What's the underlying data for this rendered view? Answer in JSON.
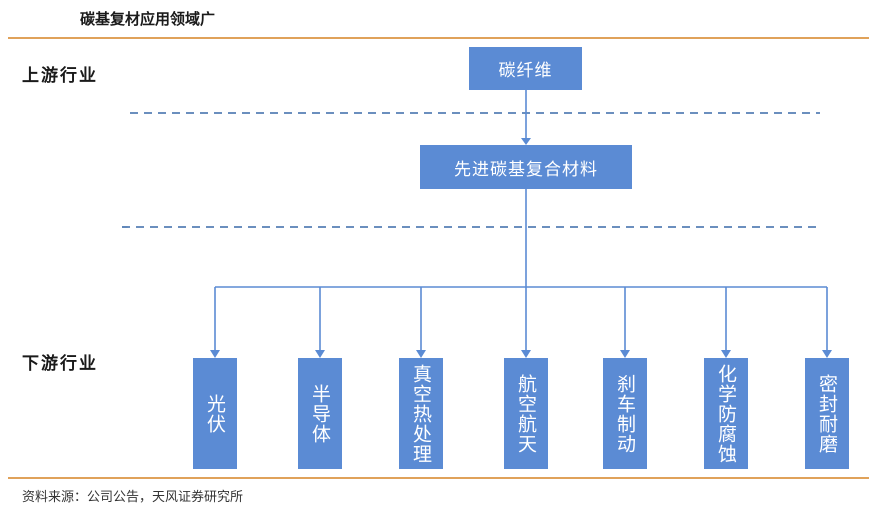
{
  "title": "碳基复材应用领域广",
  "upstream_label": "上游行业",
  "downstream_label": "下游行业",
  "top_node": "碳纤维",
  "middle_node": "先进碳基复合材料",
  "downstream_nodes": [
    "光伏",
    "半导体",
    "真空热处理",
    "航空航天",
    "刹车制动",
    "化学防腐蚀",
    "密封耐磨"
  ],
  "source": "资料来源：公司公告，天风证券研究所",
  "colors": {
    "box": "#5b8bd4",
    "connector": "#5b8bd4",
    "rule": "#e0a25a",
    "dashed": "#3a6aa8"
  }
}
